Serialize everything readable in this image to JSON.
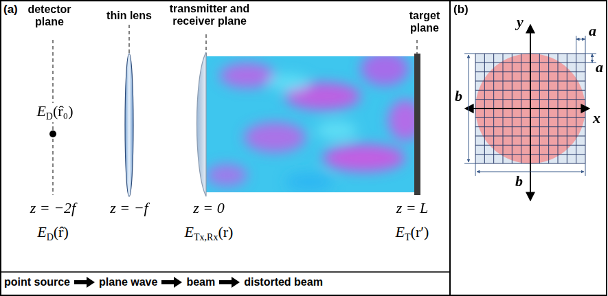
{
  "diagram": {
    "labels": [
      "(a)",
      "detector plane",
      "thin lens",
      "transmitter and receiver plane",
      "target plane",
      "E",
      "D",
      "(r̂₀)",
      "z = −2f",
      "z = −f",
      "z = 0",
      "z = L",
      "E",
      "D",
      "(r̂)",
      "E",
      "Tx,Rx",
      "(r)",
      "E",
      "T",
      "(r′)",
      "point source",
      "plane wave",
      "beam",
      "distorted beam",
      "(b)",
      "y",
      "x",
      "a",
      "a",
      "b",
      "b"
    ]
  }
}
